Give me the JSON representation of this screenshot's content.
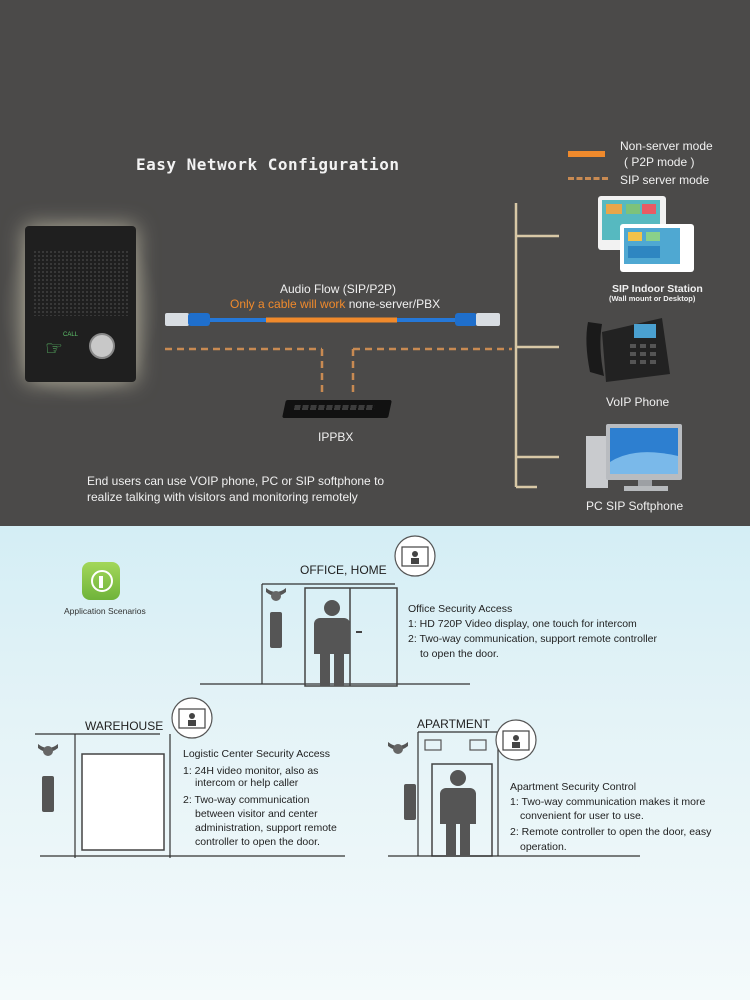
{
  "network": {
    "title": "Easy Network Configuration",
    "legend": {
      "solid_label_1": "Non-server mode",
      "solid_label_2": "( P2P mode )",
      "dashed_label": "SIP server mode",
      "solid_color": "#f08a2c",
      "dashed_color": "#c88a52"
    },
    "audio_flow": {
      "line1": "Audio Flow (SIP/P2P)",
      "line2_highlight": "Only a cable will work",
      "line2_rest": " none-server/PBX"
    },
    "devices": {
      "ippbx": "IPPBX",
      "indoor_station": "SIP Indoor Station",
      "indoor_station_note": "(Wall mount or Desktop)",
      "voip_phone": "VoIP Phone",
      "pc_softphone": "PC SIP Softphone",
      "intercom_button": "CALL"
    },
    "note_line1": "End users can use VOIP phone, PC or SIP softphone to",
    "note_line2": "realize talking with visitors and monitoring remotely"
  },
  "scenarios": {
    "header": "Application Scenarios",
    "office": {
      "label": "OFFICE, HOME",
      "title": "Office Security Access",
      "items": [
        "1: HD 720P Video display, one touch for intercom",
        "2: Two-way communication, support remote controller",
        "to open the door."
      ]
    },
    "warehouse": {
      "label": "WAREHOUSE",
      "title": "Logistic Center Security Access",
      "items": [
        "1: 24H video monitor, also as",
        "intercom or help caller",
        "2: Two-way communication",
        "between visitor and center",
        "administration, support remote",
        "controller to open the door."
      ]
    },
    "apartment": {
      "label": "APARTMENT",
      "title": "Apartment Security Control",
      "items": [
        "1: Two-way communication makes it more",
        "convenient for user to use.",
        "2: Remote controller to open the door, easy",
        "operation."
      ]
    }
  }
}
